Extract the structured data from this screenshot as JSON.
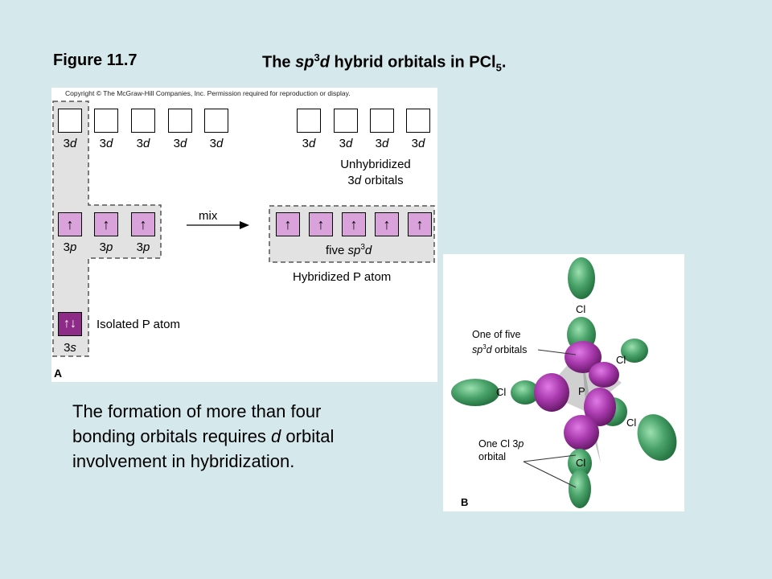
{
  "figure": {
    "number": "Figure 11.7",
    "title_pre": "The ",
    "title_italic": "sp",
    "title_sup": "3",
    "title_d": "d",
    "title_post": " hybrid orbitals in PCl",
    "title_sub": "5",
    "title_end": "."
  },
  "panel_a": {
    "copyright": "Copyright © The McGraw-Hill Companies, Inc. Permission required for reproduction or display.",
    "label": "A",
    "orb_3d": "3",
    "orb_d": "d",
    "orb_3p": "3",
    "orb_p": "p",
    "orb_3s": "3",
    "orb_s": "s",
    "up_arrow": "↑",
    "pair_arrow": "↑↓",
    "unhybridized_line1": "Unhybridized",
    "unhybridized_line2_num": "3",
    "unhybridized_line2_d": "d",
    "unhybridized_line2_rest": " orbitals",
    "mix": "mix",
    "five_pre": "five ",
    "five_sp": "sp",
    "five_sup": "3",
    "five_d": "d",
    "hybridized": "Hybridized P atom",
    "isolated": "Isolated P atom"
  },
  "panel_b": {
    "label": "B",
    "cl": "Cl",
    "p": "P",
    "callout1_line1": "One of five",
    "callout1_sp": "sp",
    "callout1_sup": "3",
    "callout1_d": "d",
    "callout1_rest": " orbitals",
    "callout2_line1": "One Cl 3",
    "callout2_p": "p",
    "callout2_line2": "orbital",
    "colors": {
      "green": "#4aa36a",
      "purple": "#8a2b8f",
      "gray": "#9a9a9a"
    }
  },
  "caption": {
    "line1": "The formation of more than four",
    "line2_pre": "bonding orbitals requires ",
    "line2_italic": "d",
    "line2_post": " orbital",
    "line3": "involvement in hybridization."
  }
}
